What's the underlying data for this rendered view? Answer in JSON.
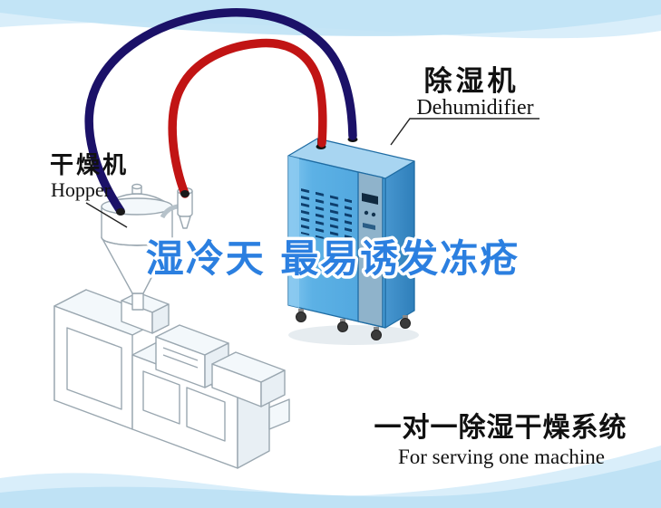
{
  "labels": {
    "machine_cn": "除湿机",
    "machine_en": "Dehumidifier",
    "hopper_cn": "干燥机",
    "hopper_en": "Hopper",
    "watermark": "湿冷天 最易诱发冻疮",
    "caption_cn": "一对一除湿干燥系统",
    "caption_en": "For serving one machine"
  },
  "colors": {
    "hose_red": "#c11414",
    "hose_navy": "#1b1168",
    "cab_front": "#57aee3",
    "cab_side": "#3d8fc9",
    "cab_top": "#a8d5f1",
    "watermark_blue": "#2b7fe0",
    "swoosh_light": "#d9eefa",
    "swoosh_dark": "#bfe2f5",
    "line_gray": "#9aa7b0",
    "label_black": "#111111"
  }
}
